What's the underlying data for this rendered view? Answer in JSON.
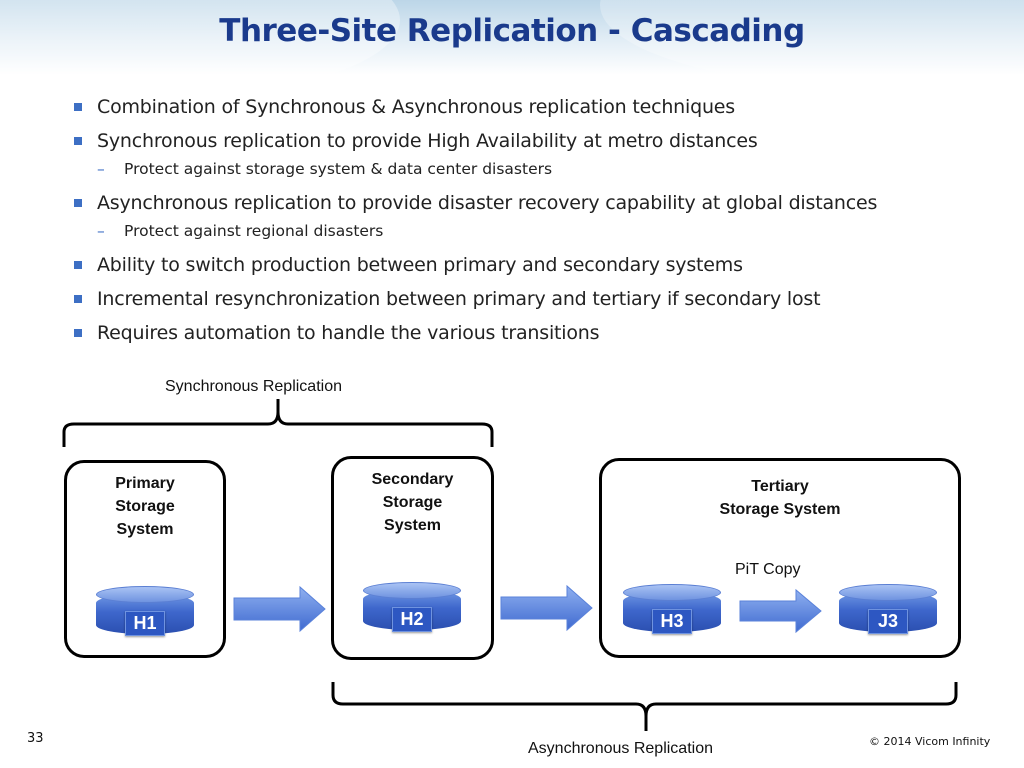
{
  "title": "Three-Site Replication - Cascading",
  "bullets": {
    "b1": "Combination of Synchronous & Asynchronous replication techniques",
    "b2": "Synchronous replication to provide High Availability at metro distances",
    "b2_sub": "Protect against storage system & data center disasters",
    "b3": "Asynchronous replication to provide disaster recovery capability at global distances",
    "b3_sub": "Protect against regional disasters",
    "b4": "Ability to switch production between primary and secondary systems",
    "b5": "Incremental resynchronization between primary and tertiary if secondary lost",
    "b6": "Requires automation to handle the various transitions",
    "sub_marker": "–"
  },
  "diagram": {
    "sync_label": "Synchronous Replication",
    "async_label": "Asynchronous Replication",
    "primary": {
      "l1": "Primary",
      "l2": "Storage",
      "l3": "System"
    },
    "secondary": {
      "l1": "Secondary",
      "l2": "Storage",
      "l3": "System"
    },
    "tertiary": {
      "l1": "Tertiary",
      "l2": "Storage System"
    },
    "pit_copy": "PiT Copy",
    "disks": {
      "h1": "H1",
      "h2": "H2",
      "h3": "H3",
      "j3": "J3"
    }
  },
  "footer": {
    "page_number": "33",
    "copyright": "© 2014 Vicom Infinity"
  },
  "colors": {
    "title": "#1a3a8c",
    "bullet": "#3d6fc4",
    "disk": "#3e67cc",
    "arrow": "#4a78db"
  }
}
